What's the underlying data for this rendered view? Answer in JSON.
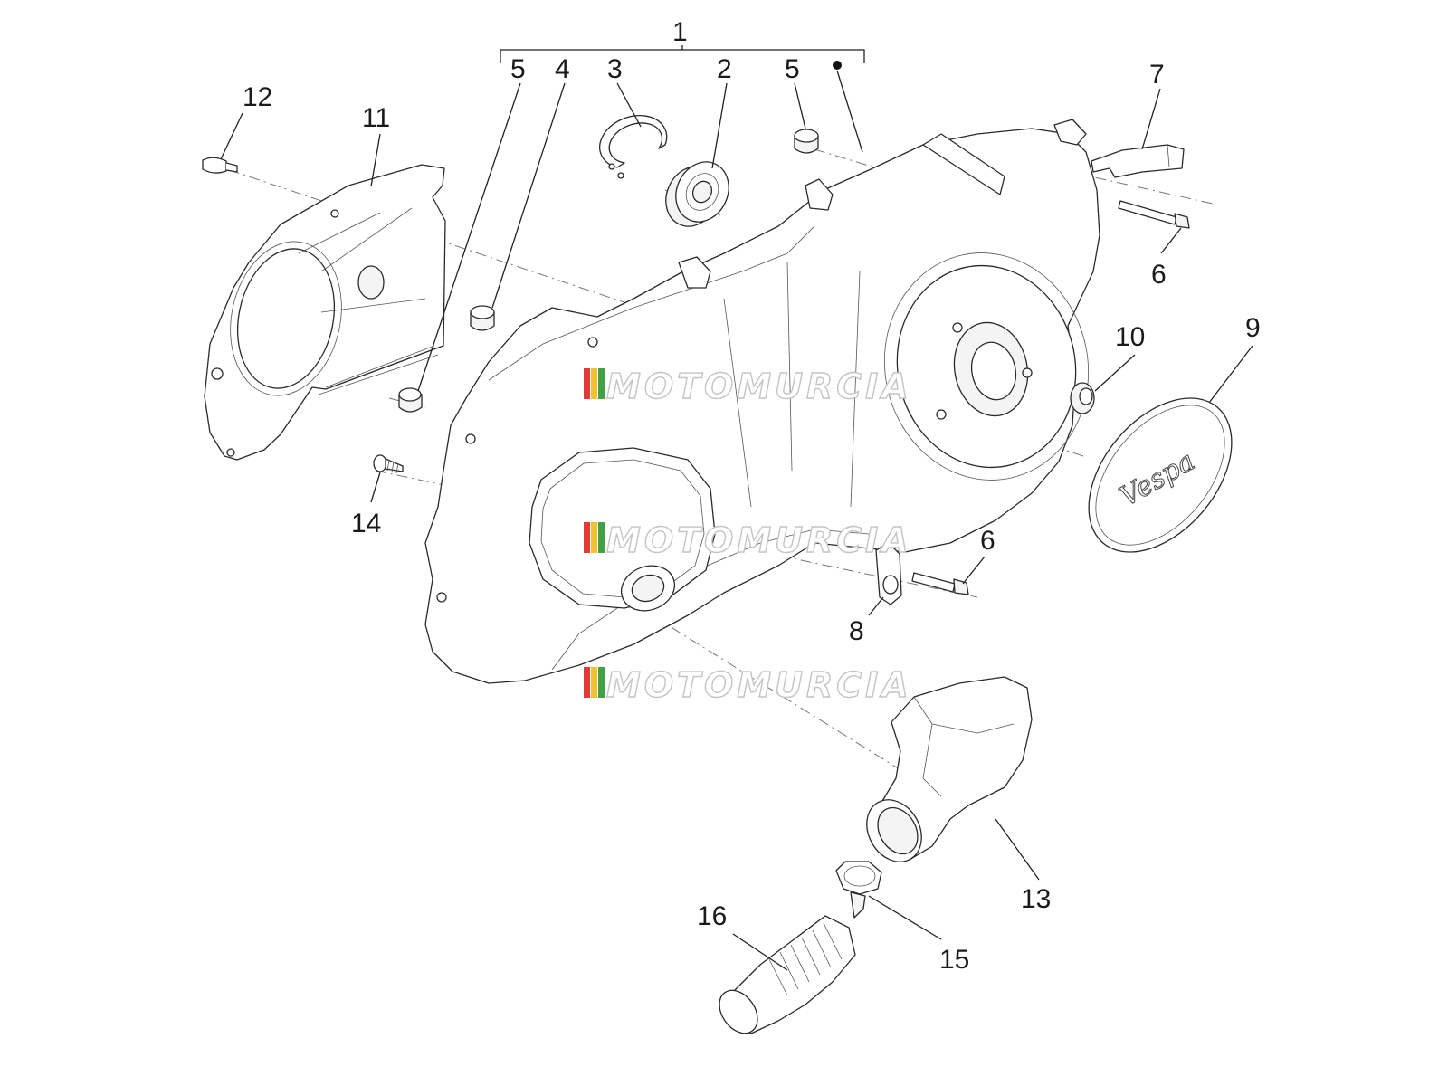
{
  "diagram": {
    "callouts": [
      {
        "id": "c1",
        "label": "1"
      },
      {
        "id": "c2",
        "label": "2"
      },
      {
        "id": "c3",
        "label": "3"
      },
      {
        "id": "c4",
        "label": "4"
      },
      {
        "id": "c5a",
        "label": "5"
      },
      {
        "id": "c5b",
        "label": "5"
      },
      {
        "id": "c6a",
        "label": "6"
      },
      {
        "id": "c6b",
        "label": "6"
      },
      {
        "id": "c7",
        "label": "7"
      },
      {
        "id": "c8",
        "label": "8"
      },
      {
        "id": "c9",
        "label": "9"
      },
      {
        "id": "c10",
        "label": "10"
      },
      {
        "id": "c11",
        "label": "11"
      },
      {
        "id": "c12",
        "label": "12"
      },
      {
        "id": "c13",
        "label": "13"
      },
      {
        "id": "c14",
        "label": "14"
      },
      {
        "id": "c15",
        "label": "15"
      },
      {
        "id": "c16",
        "label": "16"
      }
    ],
    "watermark": "MOTOMURCIA",
    "cover_logo": "Vespa",
    "colors": {
      "line": "#2a2a2a",
      "watermark_outline": "#c4c4c4",
      "flag_red": "#e53935",
      "flag_yellow": "#f2c230",
      "flag_green": "#43a047"
    }
  }
}
